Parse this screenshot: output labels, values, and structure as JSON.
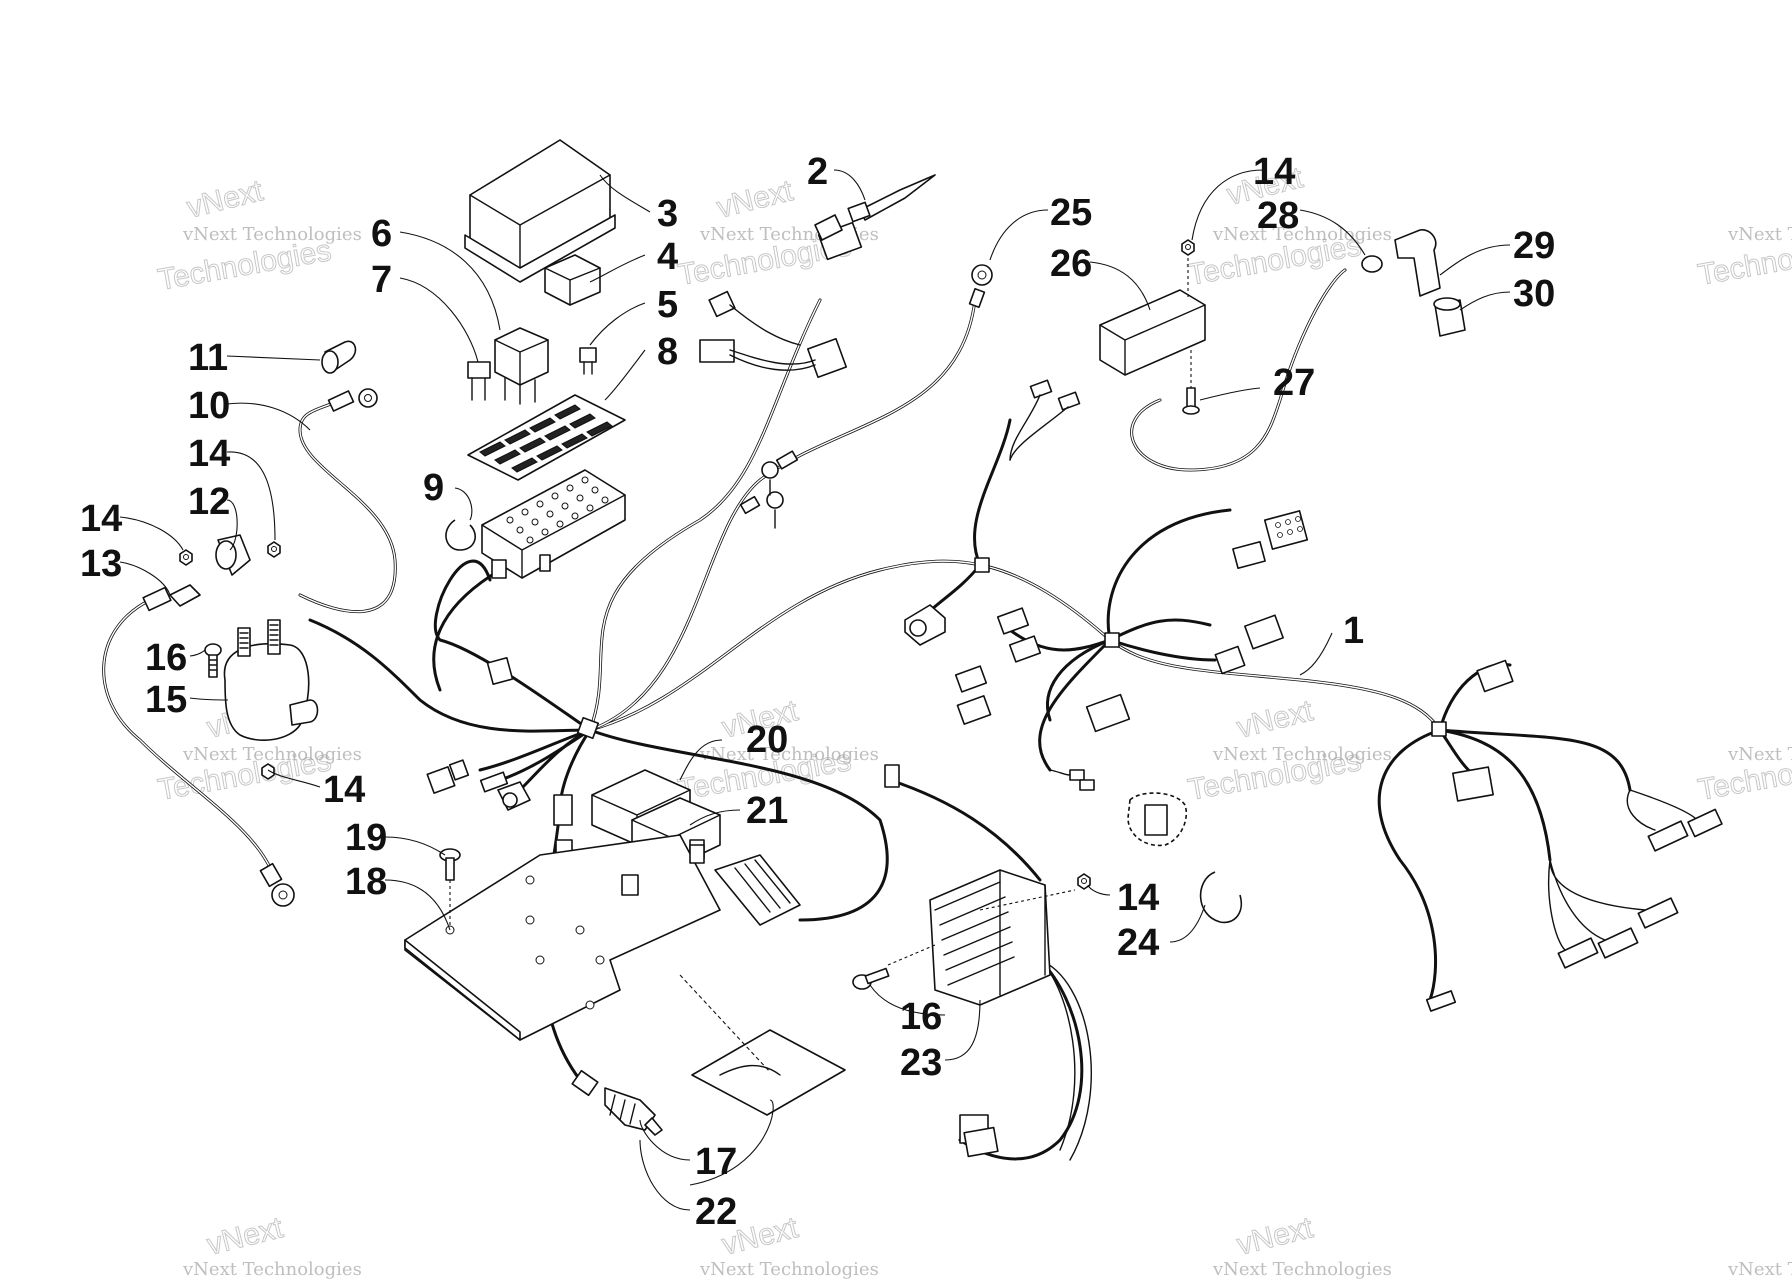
{
  "callouts": [
    {
      "id": "c1",
      "text": "1"
    },
    {
      "id": "c2",
      "text": "2"
    },
    {
      "id": "c3",
      "text": "3"
    },
    {
      "id": "c4",
      "text": "4"
    },
    {
      "id": "c5",
      "text": "5"
    },
    {
      "id": "c6",
      "text": "6"
    },
    {
      "id": "c7",
      "text": "7"
    },
    {
      "id": "c8",
      "text": "8"
    },
    {
      "id": "c9",
      "text": "9"
    },
    {
      "id": "c10",
      "text": "10"
    },
    {
      "id": "c11",
      "text": "11"
    },
    {
      "id": "c12",
      "text": "12"
    },
    {
      "id": "c13",
      "text": "13"
    },
    {
      "id": "c14a",
      "text": "14"
    },
    {
      "id": "c14b",
      "text": "14"
    },
    {
      "id": "c14c",
      "text": "14"
    },
    {
      "id": "c14d",
      "text": "14"
    },
    {
      "id": "c14e",
      "text": "14"
    },
    {
      "id": "c15",
      "text": "15"
    },
    {
      "id": "c16a",
      "text": "16"
    },
    {
      "id": "c16b",
      "text": "16"
    },
    {
      "id": "c17",
      "text": "17"
    },
    {
      "id": "c18",
      "text": "18"
    },
    {
      "id": "c19",
      "text": "19"
    },
    {
      "id": "c20",
      "text": "20"
    },
    {
      "id": "c21",
      "text": "21"
    },
    {
      "id": "c22",
      "text": "22"
    },
    {
      "id": "c23",
      "text": "23"
    },
    {
      "id": "c24",
      "text": "24"
    },
    {
      "id": "c25",
      "text": "25"
    },
    {
      "id": "c26",
      "text": "26"
    },
    {
      "id": "c27",
      "text": "27"
    },
    {
      "id": "c28",
      "text": "28"
    },
    {
      "id": "c29",
      "text": "29"
    },
    {
      "id": "c30",
      "text": "30"
    }
  ],
  "watermark": {
    "small": "vNext Technologies",
    "large": "Technologies",
    "logo": "vNext"
  }
}
